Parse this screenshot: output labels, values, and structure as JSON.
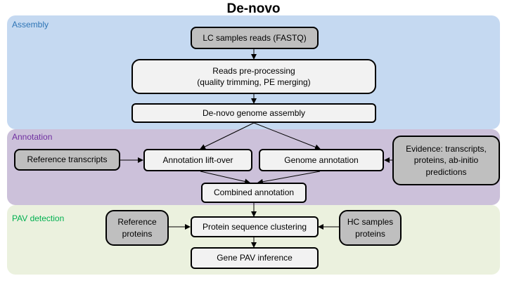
{
  "title": "De-novo",
  "panels": {
    "assembly": "Assembly",
    "annotation": "Annotation",
    "pav": "PAV detection"
  },
  "nodes": {
    "lc_reads": "LC samples reads (FASTQ)",
    "preprocessing": "Reads pre-processing\n(quality trimming, PE merging)",
    "assembly": "De-novo genome assembly",
    "ref_transcripts": "Reference transcripts",
    "liftover": "Annotation lift-over",
    "genome_annotation": "Genome annotation",
    "evidence": "Evidence: transcripts,\nproteins, ab-initio\npredictions",
    "combined": "Combined annotation",
    "ref_proteins": "Reference\nproteins",
    "clustering": "Protein sequence clustering",
    "hc_proteins": "HC samples\nproteins",
    "pav_inference": "Gene PAV inference"
  },
  "colors": {
    "assembly_panel": "#c5d9f1",
    "annotation_panel": "#ccc1da",
    "pav_panel": "#ebf1de",
    "assembly_label": "#2e75b6",
    "annotation_label": "#7030a0",
    "pav_label": "#00b050",
    "input_box": "#bfbfbf",
    "process_box": "#f2f2f2"
  }
}
